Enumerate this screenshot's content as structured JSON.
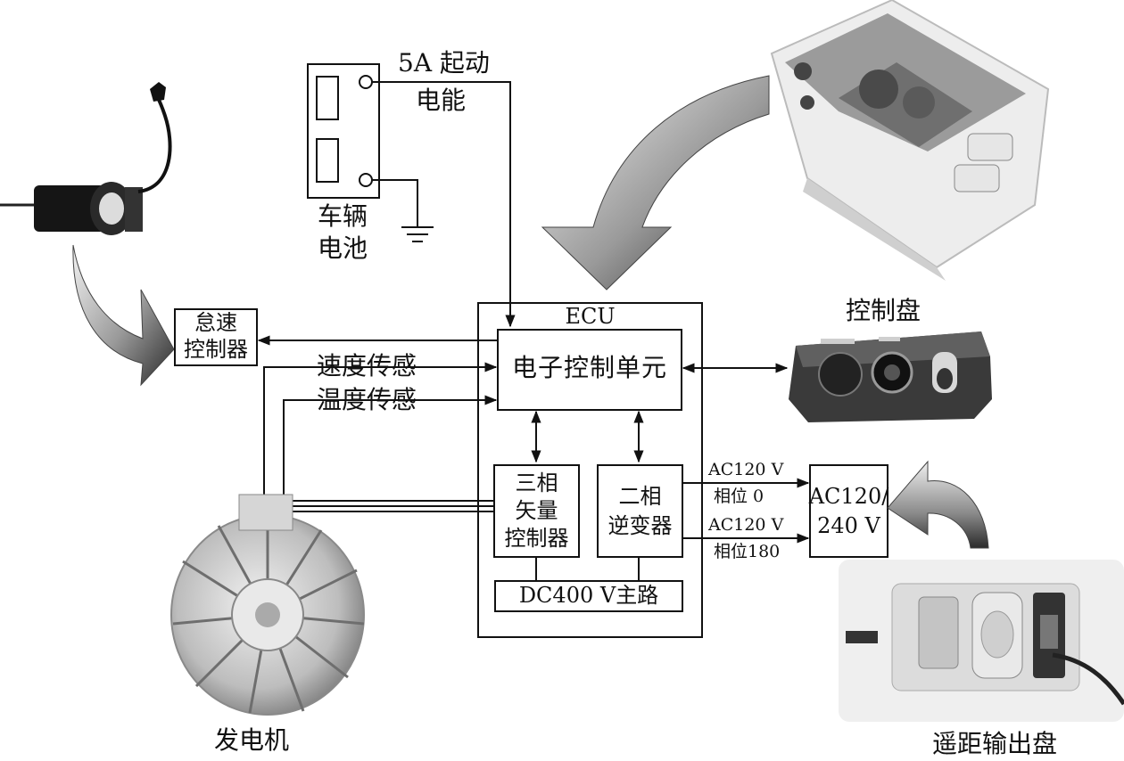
{
  "labels": {
    "start_power_line1": "5A 起动",
    "start_power_line2": "电能",
    "vehicle_battery_line1": "车辆",
    "vehicle_battery_line2": "电池",
    "idle_ctrl_line1": "怠速",
    "idle_ctrl_line2": "控制器",
    "speed_sense": "速度传感",
    "temp_sense": "温度传感",
    "ecu": "ECU",
    "ecu_unit": "电子控制单元",
    "control_panel": "控制盘",
    "three_phase_line1": "三相",
    "three_phase_line2": "矢量",
    "three_phase_line3": "控制器",
    "two_phase_line1": "二相",
    "two_phase_line2": "逆变器",
    "dc_bus": "DC400 V主路",
    "ac_top": "AC120 V",
    "phase0": "相位 0",
    "ac_bottom": "AC120 V",
    "phase180": "相位180",
    "ac_out_line1": "AC120/",
    "ac_out_line2": "240 V",
    "generator": "发电机",
    "remote_panel": "遥距输出盘"
  },
  "icons": {
    "sensor": "speed-sensor-photo",
    "ecu_box": "ecu-enclosure-photo",
    "generator": "generator-photo",
    "control_panel": "control-panel-photo",
    "remote_panel": "remote-output-panel-photo"
  }
}
